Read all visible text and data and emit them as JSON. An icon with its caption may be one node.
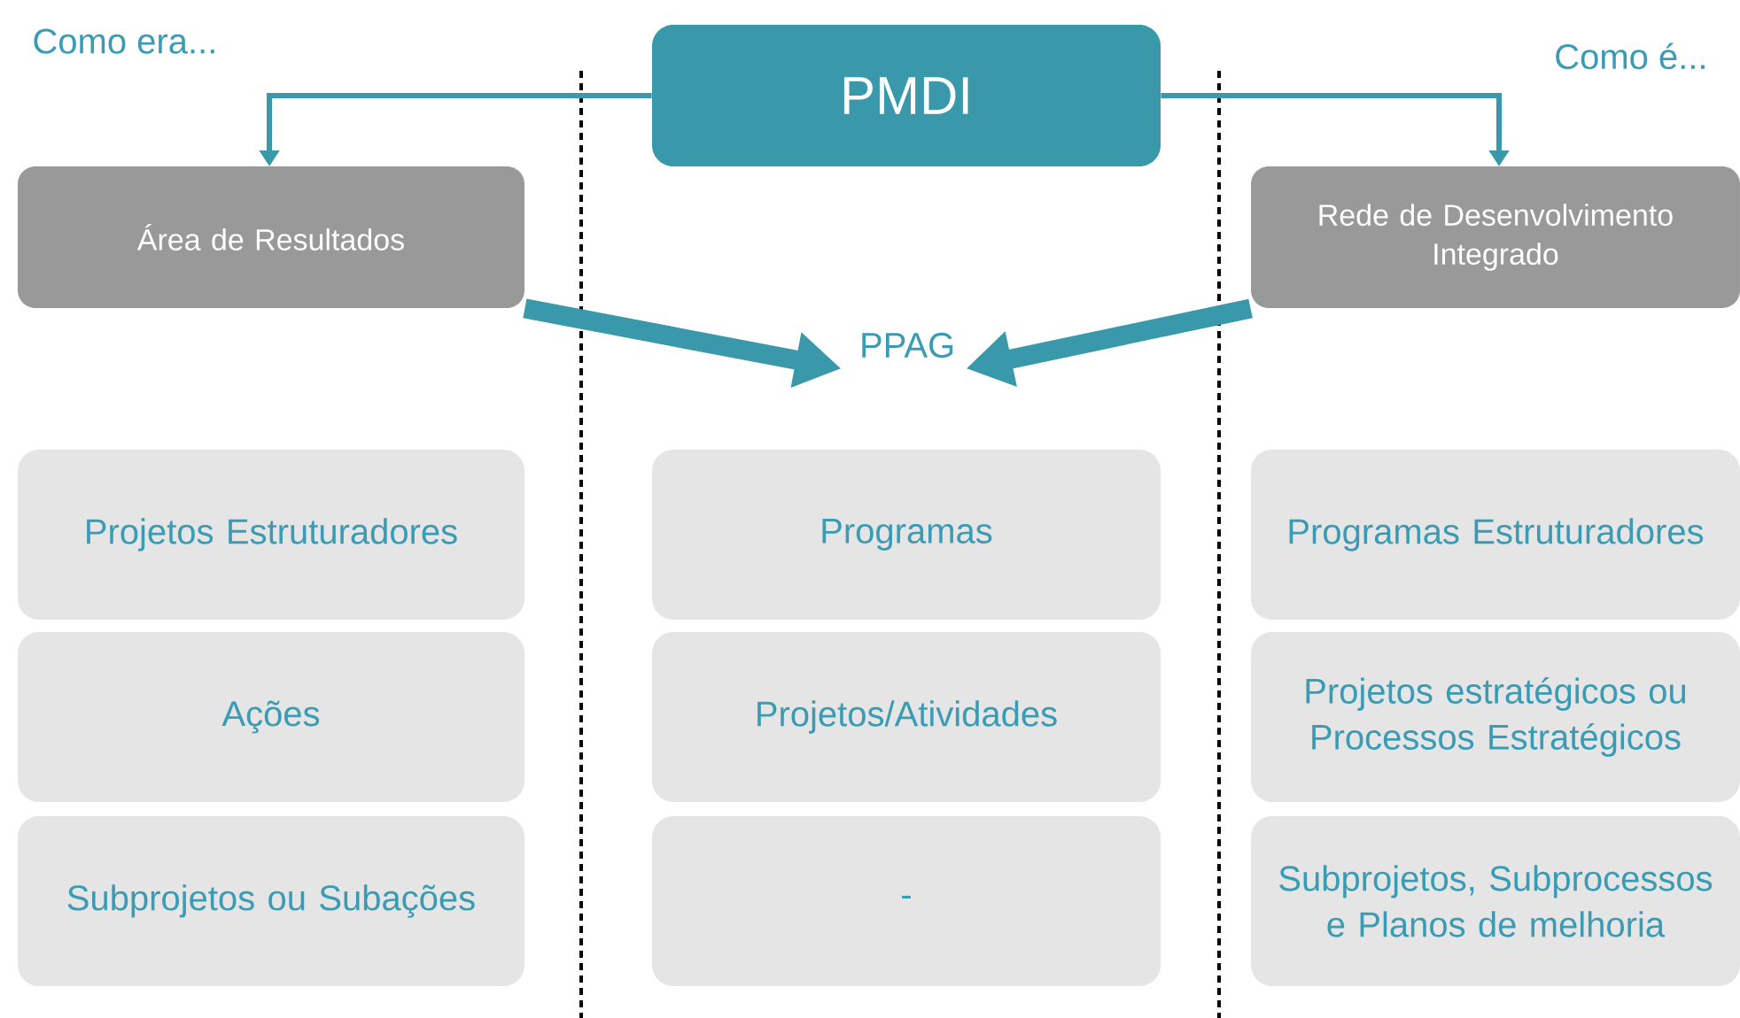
{
  "diagram": {
    "nodes": [
      {
        "text": [
          "PMDI"
        ]
      },
      {
        "text": [
          "Área de Resultados"
        ]
      },
      {
        "text": [
          "Rede de Desenvolvimento Integrado"
        ]
      },
      {
        "text": [
          "PPAG"
        ]
      },
      {
        "text": [
          "Projetos Estruturadores"
        ]
      },
      {
        "text": [
          "Programas"
        ]
      },
      {
        "text": [
          "Programas Estruturadores"
        ]
      },
      {
        "text": [
          "Ações"
        ]
      },
      {
        "text": [
          "Projetos/Atividades"
        ]
      },
      {
        "text": [
          "Projetos estratégicos ou Processos Estratégicos"
        ]
      },
      {
        "text": [
          "Subprojetos ou Subações"
        ]
      },
      {
        "text": [
          "-"
        ]
      },
      {
        "text": [
          "Subprojetos, Subprocessos e Planos de melhoria"
        ]
      }
    ],
    "edges": [
      {
        "from": 0,
        "to": 1,
        "arrow": "to"
      },
      {
        "from": 0,
        "to": 2,
        "arrow": "to"
      },
      {
        "from": 1,
        "to": 3,
        "arrow": "to",
        "style": "thick"
      },
      {
        "from": 2,
        "to": 3,
        "arrow": "to",
        "style": "thick"
      }
    ],
    "labels": [
      "Como era...",
      "Como é..."
    ]
  }
}
